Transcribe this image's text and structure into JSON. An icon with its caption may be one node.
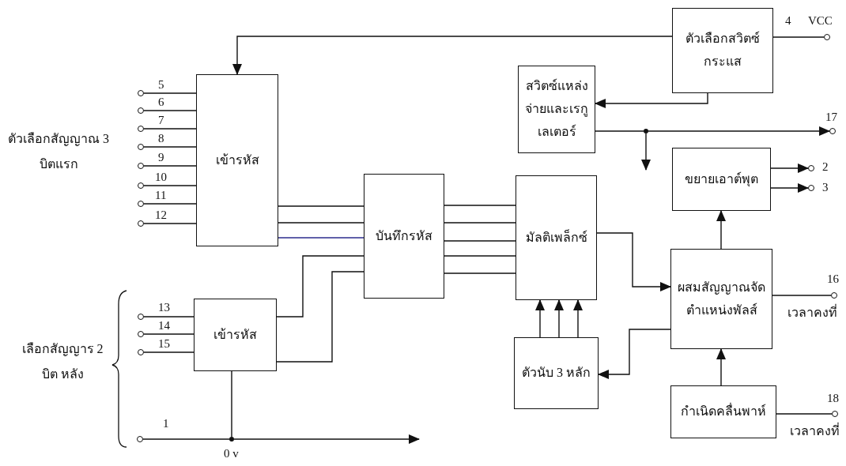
{
  "diagram": {
    "nodes": [
      {
        "text": [
          "ตัวเลือกสวิตซ์กระแส"
        ]
      },
      {
        "text": [
          "สวิตซ์แหล่งจ่ายและเรกูเลเตอร์"
        ]
      },
      {
        "text": [
          "เข้ารหัส"
        ]
      },
      {
        "text": [
          "ขยายเอาต์พุต"
        ]
      },
      {
        "text": [
          "บันทึกรหัส"
        ]
      },
      {
        "text": [
          "มัลติเพล็กซ์"
        ]
      },
      {
        "text": [
          "ผสมสัญญาณจัดตำแหน่งพัลส์"
        ]
      },
      {
        "text": [
          "เข้ารหัส"
        ]
      },
      {
        "text": [
          "ตัวนับ 3 หลัก"
        ]
      },
      {
        "text": [
          "กำเนิดคลื่นพาห์"
        ]
      },
      {
        "text": [],
        "shape": "circle",
        "beside": [
          "5"
        ]
      },
      {
        "text": [],
        "shape": "circle",
        "beside": [
          "6"
        ]
      },
      {
        "text": [],
        "shape": "circle",
        "beside": [
          "7"
        ]
      },
      {
        "text": [],
        "shape": "circle",
        "beside": [
          "8"
        ]
      },
      {
        "text": [],
        "shape": "circle",
        "beside": [
          "9"
        ]
      },
      {
        "text": [],
        "shape": "circle",
        "beside": [
          "10"
        ]
      },
      {
        "text": [],
        "shape": "circle",
        "beside": [
          "11"
        ]
      },
      {
        "text": [],
        "shape": "circle",
        "beside": [
          "12"
        ]
      },
      {
        "text": [],
        "shape": "circle",
        "beside": [
          "13"
        ]
      },
      {
        "text": [],
        "shape": "circle",
        "beside": [
          "14"
        ]
      },
      {
        "text": [],
        "shape": "circle",
        "beside": [
          "15"
        ]
      },
      {
        "text": [],
        "shape": "circle",
        "beside": [
          "1"
        ]
      },
      {
        "text": [],
        "shape": "dot",
        "beside": [
          "0 v"
        ]
      },
      {
        "text": [],
        "shape": "circle",
        "beside": [
          "4",
          "VCC"
        ]
      },
      {
        "text": [],
        "shape": "circle",
        "beside": [
          "17"
        ]
      },
      {
        "text": [],
        "shape": "dot"
      },
      {
        "text": [],
        "shape": "circle",
        "beside": [
          "2"
        ]
      },
      {
        "text": [],
        "shape": "circle",
        "beside": [
          "3"
        ]
      },
      {
        "text": [],
        "shape": "circle",
        "beside": [
          "16"
        ]
      },
      {
        "text": [],
        "shape": "circle",
        "beside": [
          "18"
        ]
      }
    ],
    "edges": [
      {
        "from": 10,
        "to": 2,
        "arrow": "none"
      },
      {
        "from": 11,
        "to": 2,
        "arrow": "none"
      },
      {
        "from": 12,
        "to": 2,
        "arrow": "none"
      },
      {
        "from": 13,
        "to": 2,
        "arrow": "none"
      },
      {
        "from": 14,
        "to": 2,
        "arrow": "none"
      },
      {
        "from": 15,
        "to": 2,
        "arrow": "none"
      },
      {
        "from": 16,
        "to": 2,
        "arrow": "none"
      },
      {
        "from": 17,
        "to": 2,
        "arrow": "none"
      },
      {
        "from": 18,
        "to": 7,
        "arrow": "none"
      },
      {
        "from": 19,
        "to": 7,
        "arrow": "none"
      },
      {
        "from": 20,
        "to": 7,
        "arrow": "none"
      },
      {
        "from": 2,
        "to": 4,
        "arrow": "none"
      },
      {
        "from": 2,
        "to": 4,
        "arrow": "none"
      },
      {
        "from": 2,
        "to": 4,
        "arrow": "none",
        "color": "#2b2b8c"
      },
      {
        "from": 7,
        "to": 4,
        "arrow": "none"
      },
      {
        "from": 7,
        "to": 4,
        "arrow": "none"
      },
      {
        "from": 4,
        "to": 5,
        "arrow": "none"
      },
      {
        "from": 4,
        "to": 5,
        "arrow": "none"
      },
      {
        "from": 4,
        "to": 5,
        "arrow": "none"
      },
      {
        "from": 4,
        "to": 5,
        "arrow": "none"
      },
      {
        "from": 4,
        "to": 5,
        "arrow": "none"
      },
      {
        "from": 0,
        "to": 2,
        "arrow": "to"
      },
      {
        "from": 0,
        "to": 1,
        "arrow": "to"
      },
      {
        "from": 1,
        "to": 25,
        "arrow": "none"
      },
      {
        "from": 25,
        "to": 24,
        "arrow": "to"
      },
      {
        "from": 25,
        "to": null,
        "arrow": "to"
      },
      {
        "from": 0,
        "to": 23,
        "arrow": "none"
      },
      {
        "from": 3,
        "to": 26,
        "arrow": "to"
      },
      {
        "from": 3,
        "to": 27,
        "arrow": "to"
      },
      {
        "from": 8,
        "to": 5,
        "arrow": "to"
      },
      {
        "from": 8,
        "to": 5,
        "arrow": "to"
      },
      {
        "from": 8,
        "to": 5,
        "arrow": "to"
      },
      {
        "from": 5,
        "to": 6,
        "arrow": "to"
      },
      {
        "from": 6,
        "to": 8,
        "arrow": "to"
      },
      {
        "from": 9,
        "to": 6,
        "arrow": "to"
      },
      {
        "from": 6,
        "to": 3,
        "arrow": "to"
      },
      {
        "from": 6,
        "to": 28,
        "arrow": "none"
      },
      {
        "from": 9,
        "to": 29,
        "arrow": "none"
      },
      {
        "from": 21,
        "to": 22,
        "arrow": "none"
      },
      {
        "from": 7,
        "to": 22,
        "arrow": "none"
      },
      {
        "from": 22,
        "to": null,
        "arrow": "to"
      }
    ],
    "labels": [
      "ตัวเลือกสัญญาณ 3 บิตแรก",
      "เลือกสัญญาร 2 บิต หลัง",
      "เวลาคงที่",
      "เวลาคงที่"
    ]
  }
}
